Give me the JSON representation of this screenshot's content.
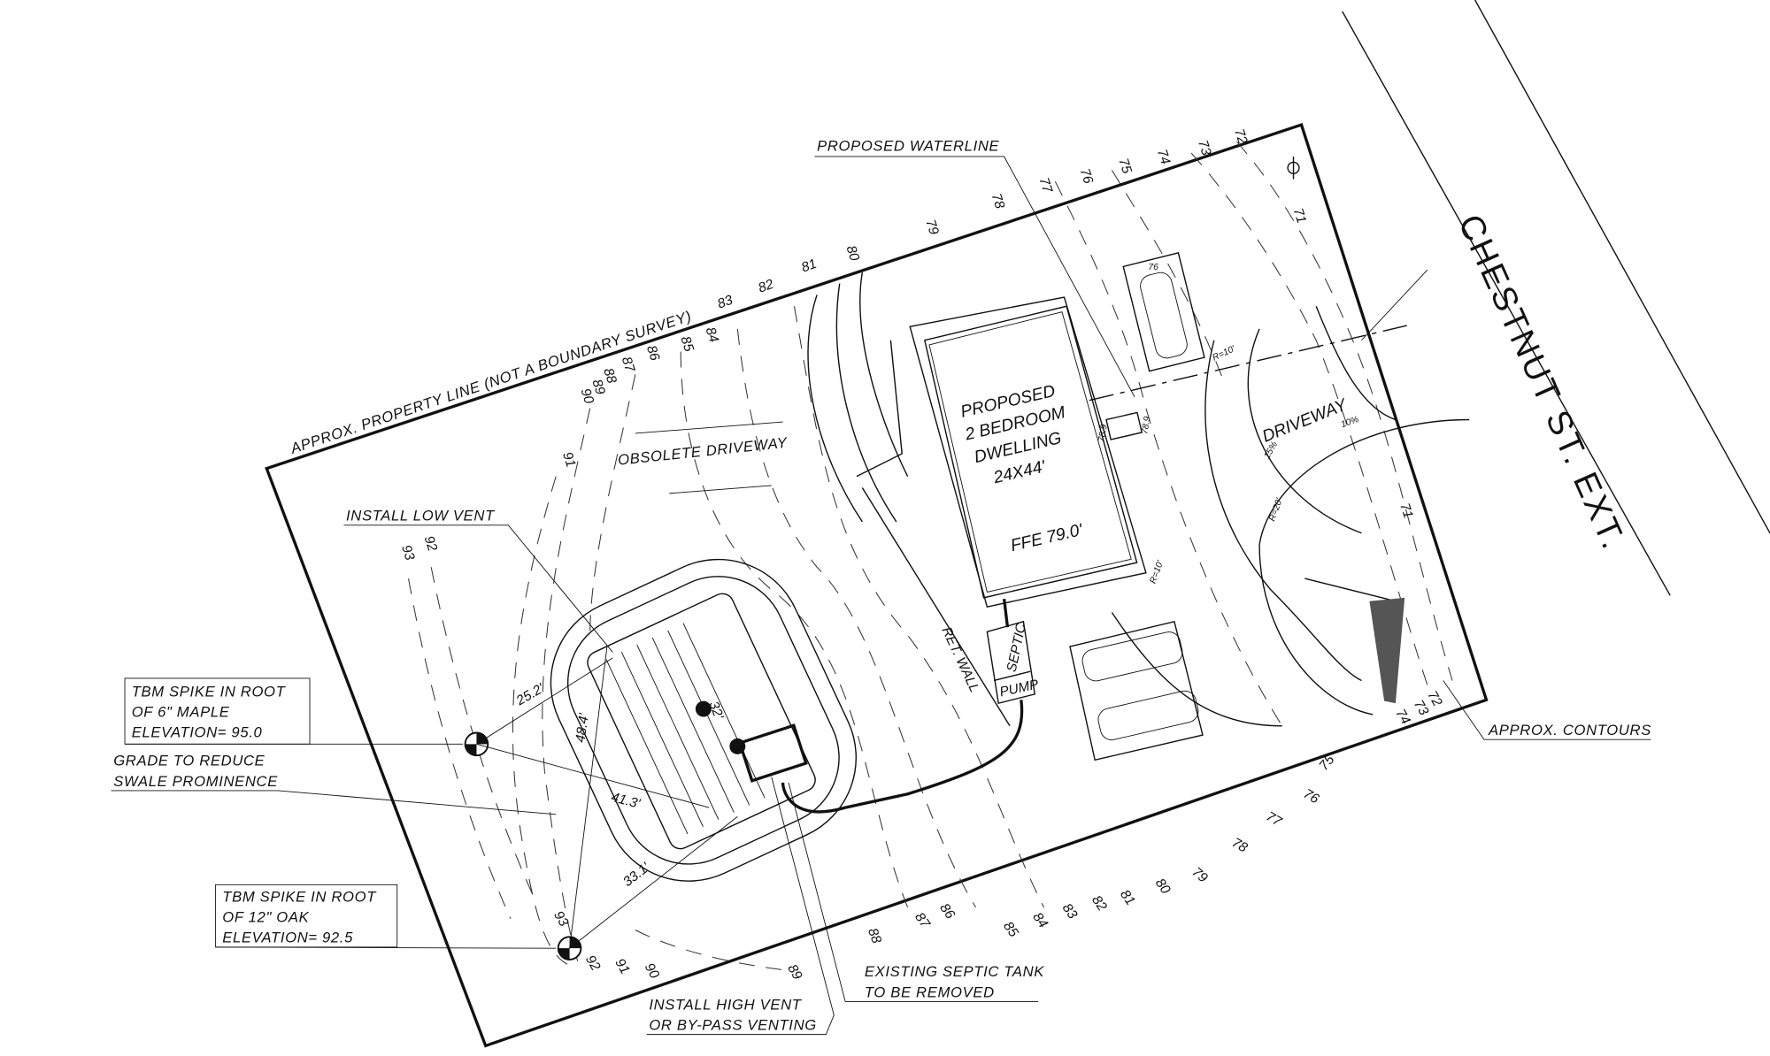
{
  "road": {
    "name": "CHESTNUT ST. EXT."
  },
  "callouts": {
    "waterline": "PROPOSED WATERLINE",
    "property_line": "APPROX. PROPERTY LINE (NOT A BOUNDARY SURVEY)",
    "obsolete_driveway": "OBSOLETE DRIVEWAY",
    "low_vent": "INSTALL LOW VENT",
    "tbm1": [
      "TBM SPIKE IN ROOT",
      "OF 6\" MAPLE",
      "ELEVATION= 95.0"
    ],
    "grade": [
      "GRADE TO REDUCE",
      "SWALE PROMINENCE"
    ],
    "tbm2": [
      "TBM SPIKE IN ROOT",
      "OF 12\" OAK",
      "ELEVATION= 92.5"
    ],
    "high_vent": [
      "INSTALL HIGH VENT",
      "OR BY-PASS VENTING"
    ],
    "septic_removed": [
      "EXISTING SEPTIC TANK",
      "TO BE REMOVED"
    ],
    "contours": "APPROX. CONTOURS"
  },
  "dwelling": {
    "lines": [
      "PROPOSED",
      "2 BEDROOM",
      "DWELLING",
      "24X44'"
    ],
    "ffe": "FFE 79.0'",
    "step_elev": [
      "78.9",
      "78.9"
    ]
  },
  "driveway": {
    "label": "DRIVEWAY",
    "slope1": "15%",
    "slope2": "10%",
    "r1": "R=10'",
    "r2": "R=20'",
    "r3": "R=10'"
  },
  "septic": {
    "tank": "SEPTIC",
    "pump": "PUMP",
    "wall": "RET. WALL"
  },
  "dims": {
    "d1": "25.2'",
    "d2": "48.4'",
    "d3": "41.3'",
    "d4": "33.1'",
    "d5": "32'"
  },
  "contour_labels": {
    "top": [
      "72",
      "73",
      "74",
      "75",
      "76",
      "77",
      "78",
      "79",
      "80",
      "81",
      "82",
      "83",
      "84",
      "85",
      "86",
      "87",
      "88",
      "89",
      "90",
      "91",
      "92",
      "93",
      "71",
      "71",
      "76"
    ],
    "bottom": [
      "72",
      "73",
      "74",
      "75",
      "76",
      "77",
      "78",
      "79",
      "80",
      "81",
      "82",
      "83",
      "84",
      "85",
      "86",
      "87",
      "88",
      "89",
      "90",
      "91",
      "92",
      "93"
    ]
  }
}
